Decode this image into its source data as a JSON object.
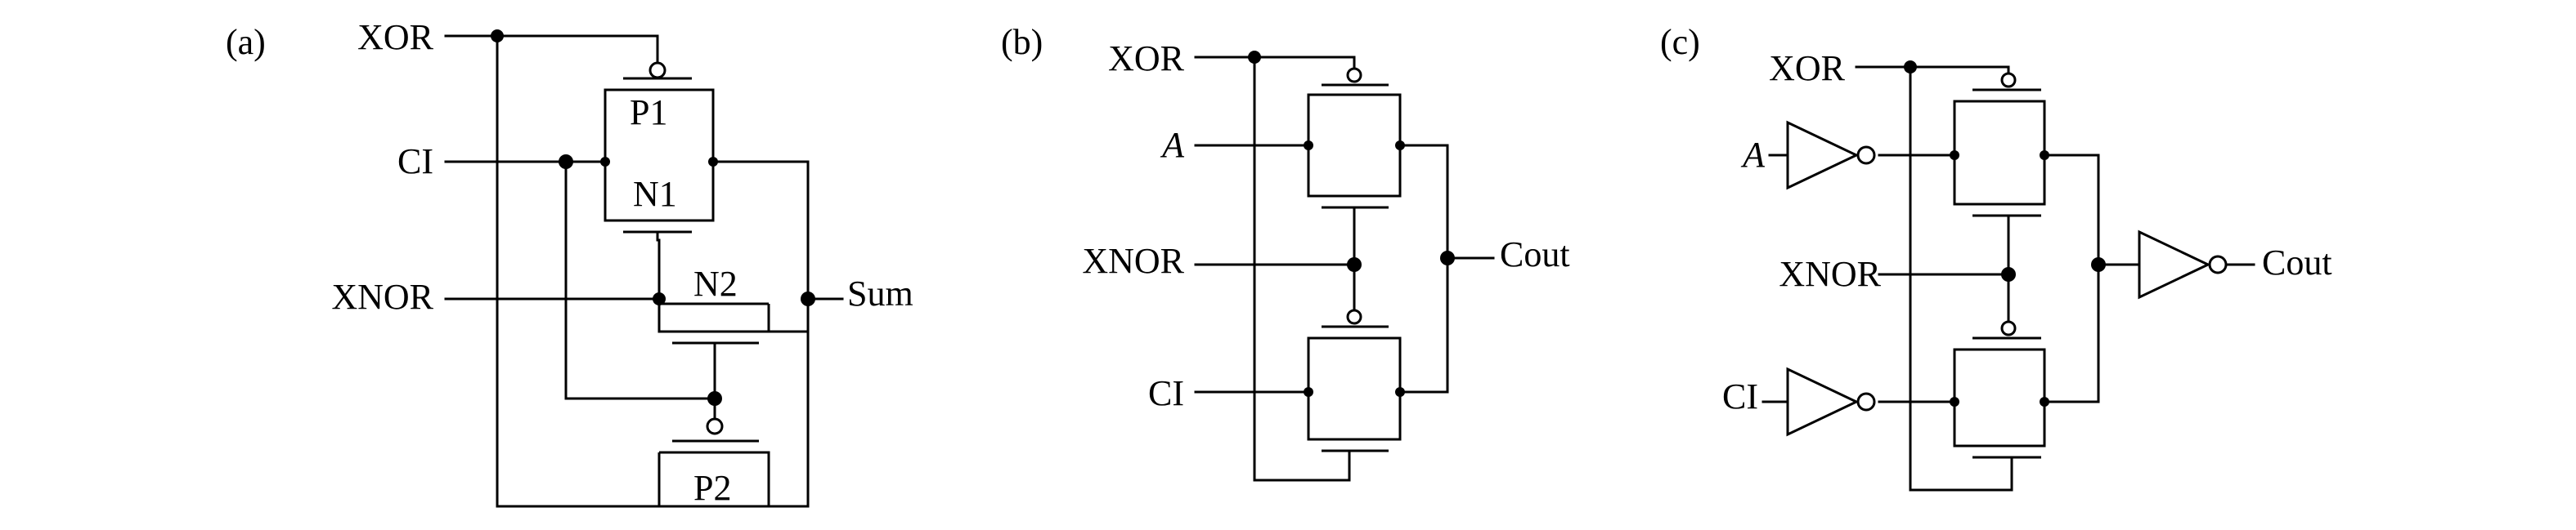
{
  "panels": [
    {
      "label": "(a)",
      "signals": {
        "xor": "XOR",
        "ci": "CI",
        "xnor": "XNOR",
        "out": "Sum"
      },
      "transistors": {
        "p1": "P1",
        "n1": "N1",
        "n2": "N2",
        "p2": "P2"
      }
    },
    {
      "label": "(b)",
      "signals": {
        "xor": "XOR",
        "a": "A",
        "xnor": "XNOR",
        "ci": "CI",
        "out": "Cout"
      }
    },
    {
      "label": "(c)",
      "signals": {
        "xor": "XOR",
        "a": "A",
        "xnor": "XNOR",
        "ci": "CI",
        "out": "Cout"
      }
    }
  ]
}
